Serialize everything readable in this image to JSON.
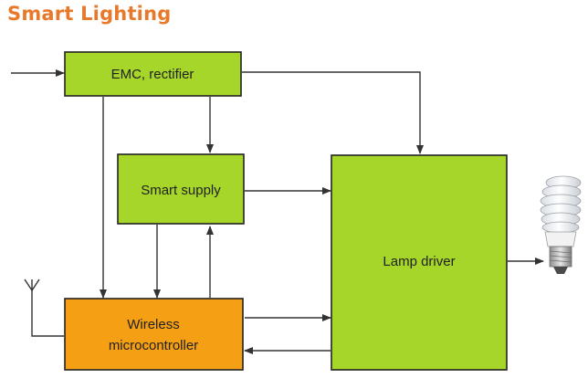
{
  "title": "Smart Lighting",
  "blocks": {
    "emc": {
      "label": "EMC, rectifier"
    },
    "supply": {
      "label": "Smart supply"
    },
    "driver": {
      "label": "Lamp driver"
    },
    "mcu": {
      "label_line1": "Wireless",
      "label_line2": "microcontroller"
    }
  },
  "colors": {
    "green_block": "#a6d62a",
    "orange_block": "#f59f14",
    "title": "#e8792b",
    "lines": "#333333"
  },
  "icons": {
    "antenna": "antenna-icon",
    "bulb": "cfl-bulb-icon"
  }
}
